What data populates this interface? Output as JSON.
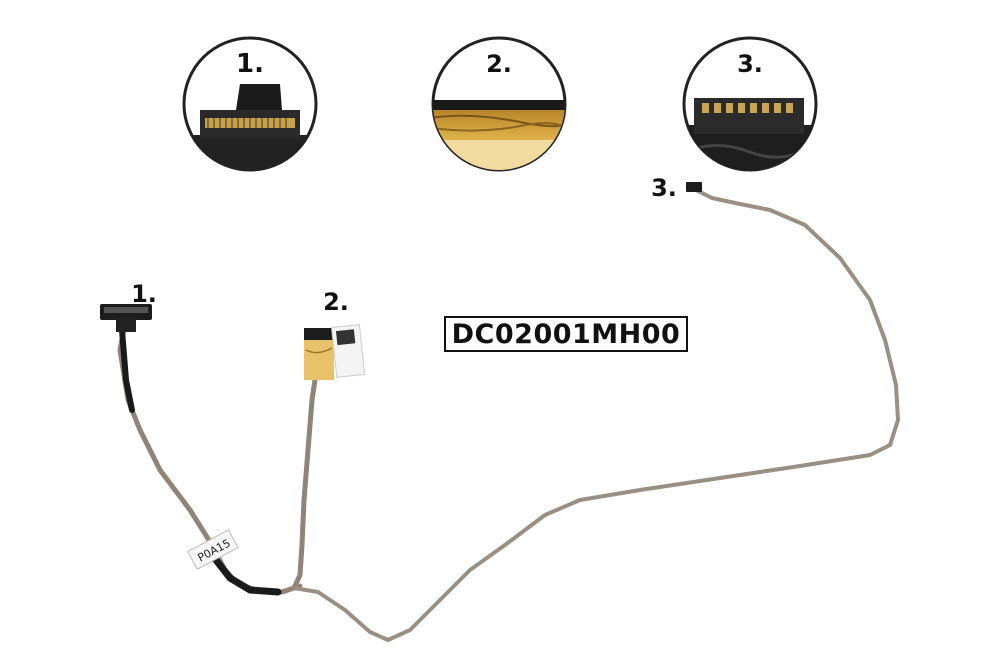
{
  "part_number": "DC02001MH00",
  "zoom_labels": [
    "1.",
    "2.",
    "3."
  ],
  "cable_labels": [
    "1.",
    "2.",
    "3."
  ],
  "sticker_text": "P0A15"
}
